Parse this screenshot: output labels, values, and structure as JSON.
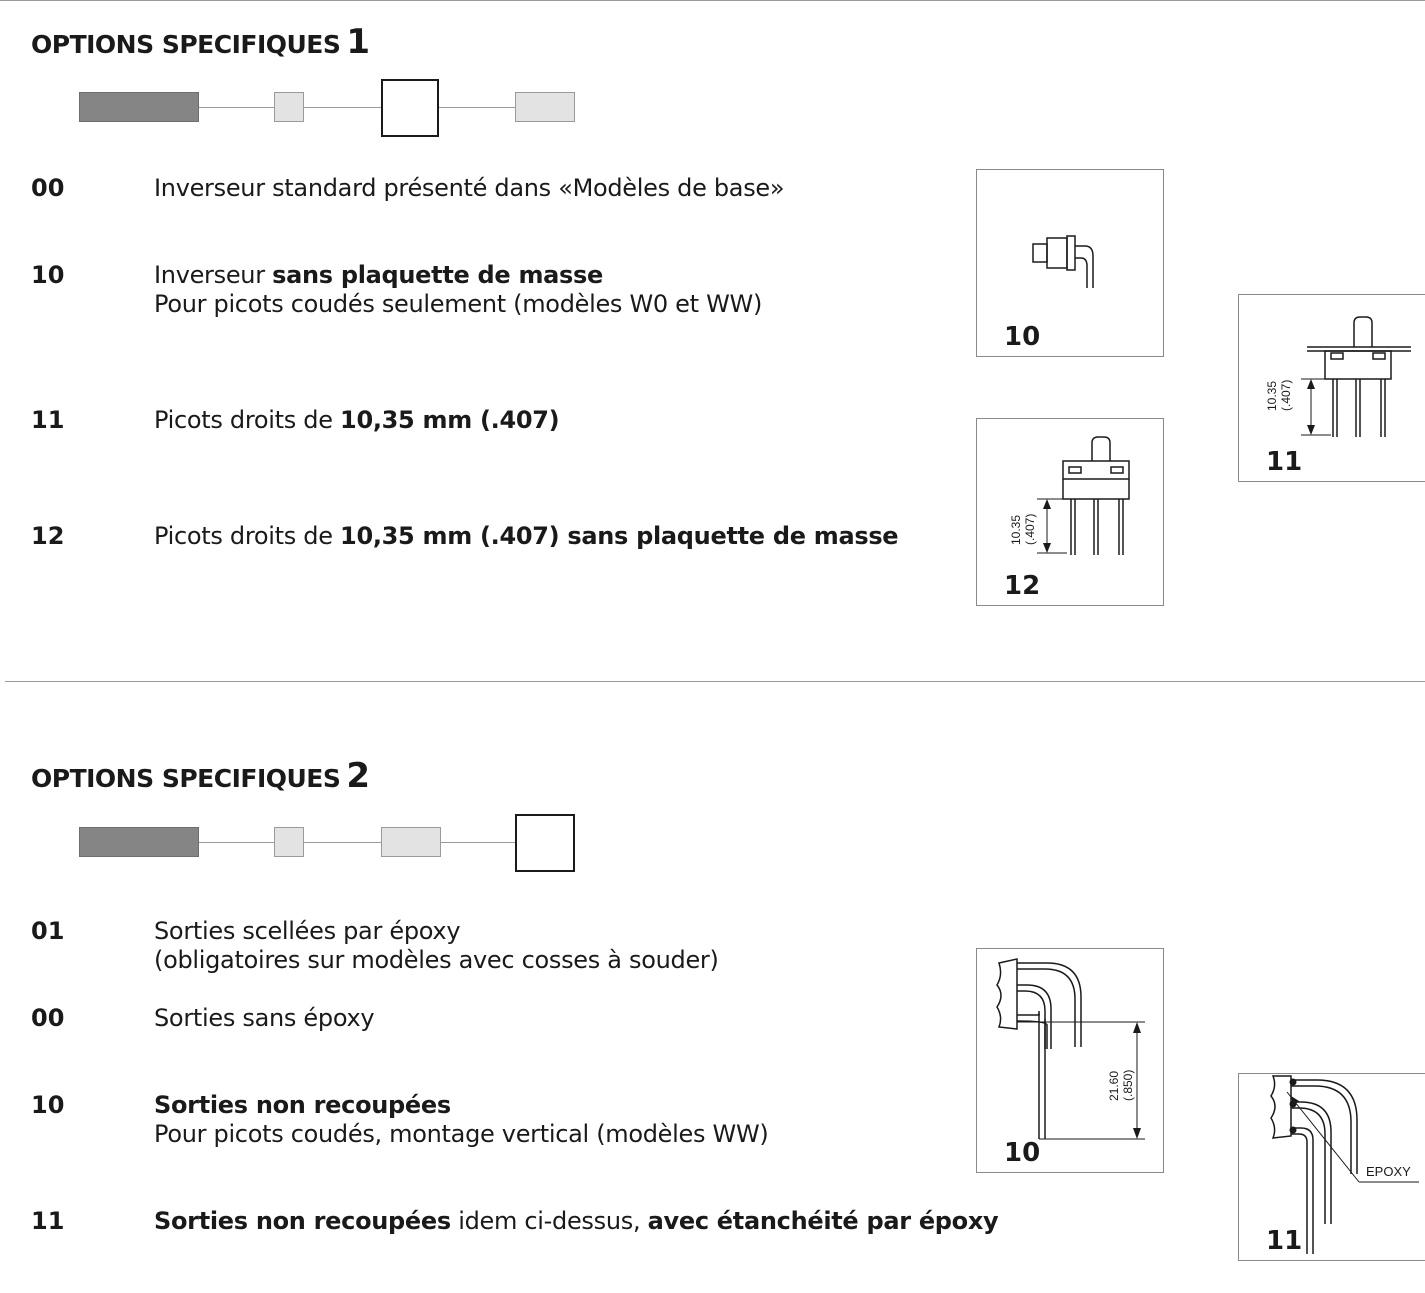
{
  "sections": [
    {
      "title": "OPTIONS SPECIFIQUES",
      "number": "1",
      "items": [
        {
          "code": "00",
          "parts": [
            {
              "text": "Inverseur standard présenté dans «Modèles de base»",
              "bold": false
            }
          ]
        },
        {
          "code": "10",
          "parts": [
            {
              "text": "Inverseur ",
              "bold": false
            },
            {
              "text": "sans plaquette de masse",
              "bold": true
            }
          ],
          "line2": "Pour picots coudés seulement (modèles W0 et WW)"
        },
        {
          "code": "11",
          "parts": [
            {
              "text": "Picots droits de ",
              "bold": false
            },
            {
              "text": "10,35 mm (.407)",
              "bold": true
            }
          ]
        },
        {
          "code": "12",
          "parts": [
            {
              "text": "Picots droits de ",
              "bold": false
            },
            {
              "text": "10,35 mm (.407) sans plaquette de masse",
              "bold": true
            }
          ]
        }
      ],
      "figures": [
        {
          "label": "10"
        },
        {
          "label": "11",
          "dim_value": "10.35",
          "dim_inch": "(.407)"
        },
        {
          "label": "12",
          "dim_value": "10.35",
          "dim_inch": "(.407)"
        }
      ]
    },
    {
      "title": "OPTIONS SPECIFIQUES",
      "number": "2",
      "items": [
        {
          "code": "01",
          "parts": [
            {
              "text": "Sorties scellées par époxy",
              "bold": false
            }
          ],
          "line2": "(obligatoires sur modèles avec cosses à souder)"
        },
        {
          "code": "00",
          "parts": [
            {
              "text": "Sorties sans époxy",
              "bold": false
            }
          ]
        },
        {
          "code": "10",
          "parts": [
            {
              "text": "Sorties non recoupées",
              "bold": true
            }
          ],
          "line2": "Pour picots coudés, montage vertical (modèles WW)"
        },
        {
          "code": "11",
          "parts": [
            {
              "text": "Sorties non recoupées",
              "bold": true
            },
            {
              "text": " idem ci-dessus, ",
              "bold": false
            },
            {
              "text": "avec étanchéité par époxy",
              "bold": true
            }
          ]
        }
      ],
      "figures": [
        {
          "label": "10",
          "dim_value": "21.60",
          "dim_inch": "(.850)"
        },
        {
          "label": "11",
          "note": "EPOXY"
        }
      ]
    }
  ],
  "colors": {
    "dark_segment": "#858585",
    "light_segment": "#e3e3e3",
    "text": "#1a1a1a",
    "rule": "#9a9a9a"
  }
}
